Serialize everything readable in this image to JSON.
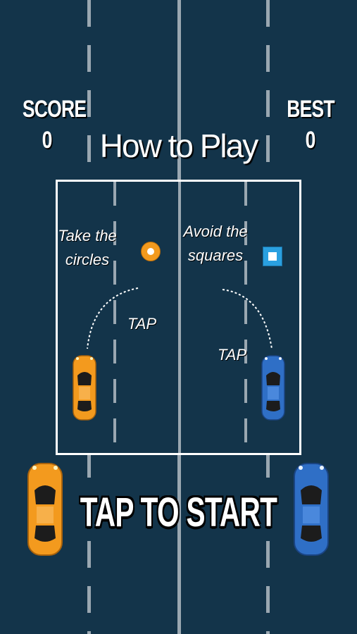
{
  "hud": {
    "score_label": "SCORE",
    "score_value": "0",
    "best_label": "BEST",
    "best_value": "0"
  },
  "title": "How to Play",
  "tutorial": {
    "left_text_line1": "Take the",
    "left_text_line2": "circles",
    "right_text_line1": "Avoid the",
    "right_text_line2": "squares",
    "left_tap": "TAP",
    "right_tap": "TAP"
  },
  "start_label": "TAP TO START",
  "colors": {
    "background": "#13344a",
    "orange_car": "#f39a1e",
    "blue_car": "#2f6fc6",
    "circle_item": "#f39a1e",
    "square_item": "#2aa0e0",
    "lane_line": "#9aa7b1"
  }
}
